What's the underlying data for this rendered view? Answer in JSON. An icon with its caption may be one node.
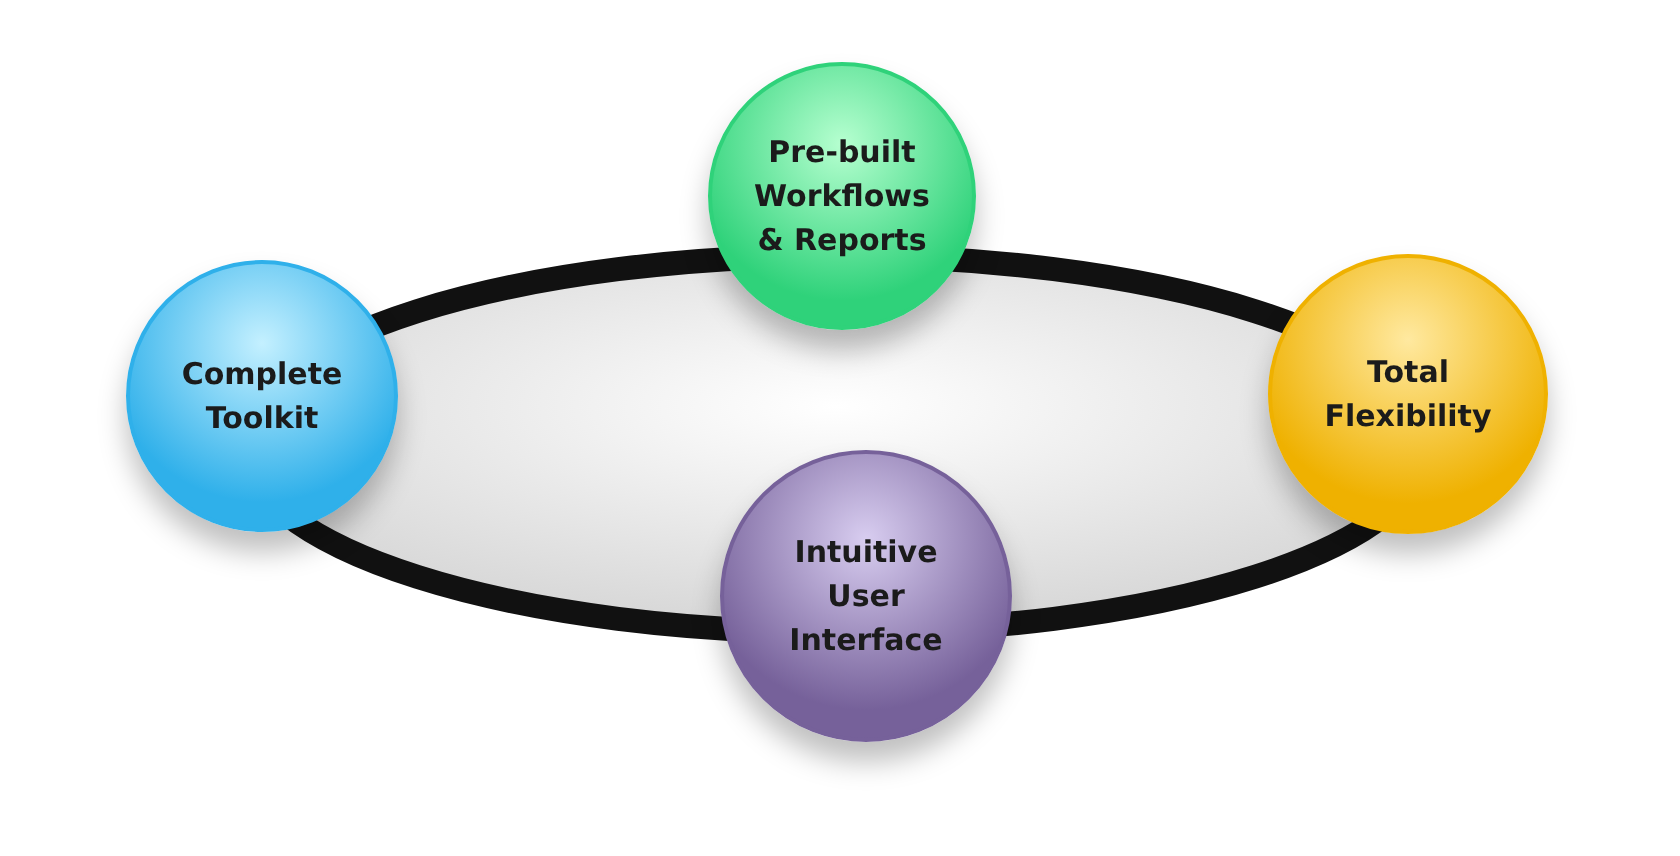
{
  "diagram": {
    "nodes": [
      {
        "text": [
          "Pre-built Workflows & Reports"
        ]
      },
      {
        "text": [
          "Complete Toolkit"
        ]
      },
      {
        "text": [
          "Total Flexibility"
        ]
      },
      {
        "text": [
          "Intuitive User Interface"
        ]
      }
    ]
  }
}
